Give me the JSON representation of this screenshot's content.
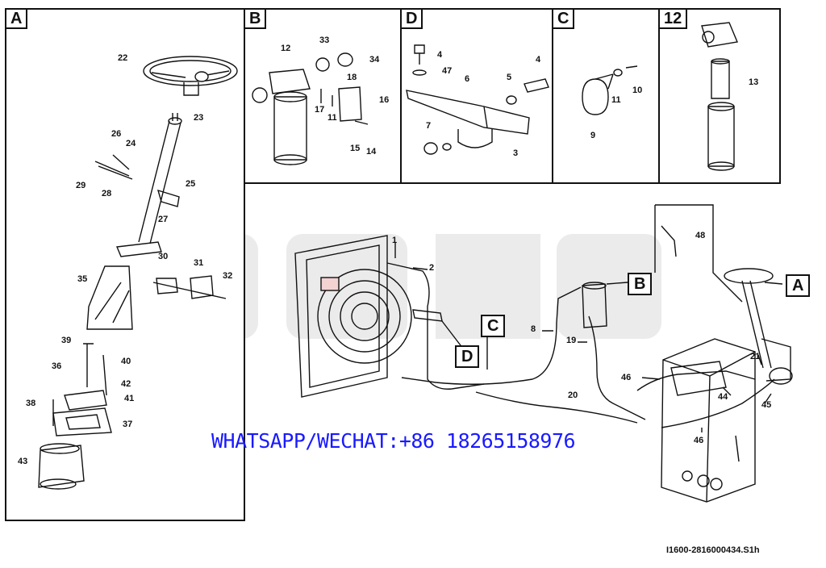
{
  "panels": {
    "a": {
      "tag": "A"
    },
    "b": {
      "tag": "B"
    },
    "d": {
      "tag": "D"
    },
    "c": {
      "tag": "C"
    },
    "twelve": {
      "tag": "12"
    }
  },
  "callouts": {
    "b": "B",
    "a": "A",
    "c": "C",
    "d": "D"
  },
  "labels": {
    "a": [
      "22",
      "23",
      "26",
      "24",
      "29",
      "28",
      "25",
      "27",
      "30",
      "31",
      "35",
      "32",
      "39",
      "40",
      "36",
      "42",
      "38",
      "41",
      "37",
      "43"
    ],
    "b": [
      "12",
      "33",
      "34",
      "18",
      "17",
      "11",
      "16",
      "15",
      "14"
    ],
    "d": [
      "5",
      "4",
      "47",
      "6",
      "4",
      "7",
      "3"
    ],
    "c": [
      "11",
      "10",
      "9"
    ],
    "twelve": [
      "13"
    ],
    "main": [
      "1",
      "2",
      "48",
      "8",
      "19",
      "20",
      "21",
      "46",
      "44",
      "45",
      "46"
    ]
  },
  "watermark": "WHATSAPP/WECHAT:+86 18265158976",
  "doc_id": "I1600-2816000434.S1h",
  "colors": {
    "line": "#111111",
    "watermark": "#1a1aff",
    "background_logo": "#e6e6e6",
    "radiator_tint": "#f0d0d0"
  }
}
